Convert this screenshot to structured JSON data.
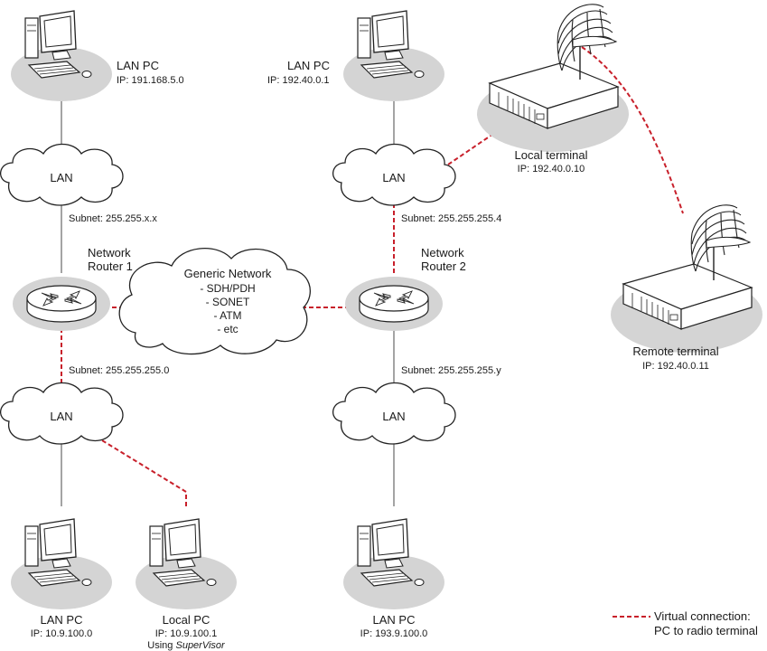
{
  "nodes": {
    "pc_top_left": {
      "title": "LAN PC",
      "ip_prefix": "IP:",
      "ip": "191.168.5.0"
    },
    "pc_top_mid": {
      "title": "LAN PC",
      "ip_prefix": "IP:",
      "ip": "192.40.0.1"
    },
    "pc_bottom_left": {
      "title": "LAN PC",
      "ip_prefix": "IP:",
      "ip": "10.9.100.0"
    },
    "pc_local": {
      "title": "Local PC",
      "ip_prefix": "IP:",
      "ip": "10.9.100.1",
      "using": "Using",
      "software": "SuperVisor"
    },
    "pc_bottom_mid": {
      "title": "LAN PC",
      "ip_prefix": "IP:",
      "ip": "193.9.100.0"
    },
    "local_terminal": {
      "title": "Local terminal",
      "ip_prefix": "IP:",
      "ip": "192.40.0.10"
    },
    "remote_terminal": {
      "title": "Remote terminal",
      "ip_prefix": "IP:",
      "ip": "192.40.0.11"
    }
  },
  "clouds": {
    "lan_top_left": "LAN",
    "lan_top_mid": "LAN",
    "lan_bottom_left": "LAN",
    "lan_bottom_mid": "LAN",
    "generic": {
      "title": "Generic Network",
      "items": [
        "- SDH/PDH",
        "- SONET",
        "- ATM",
        "- etc"
      ]
    }
  },
  "routers": {
    "router1": {
      "line1": "Network",
      "line2": "Router 1"
    },
    "router2": {
      "line1": "Network",
      "line2": "Router 2"
    }
  },
  "subnets": {
    "top_left": "Subnet: 255.255.x.x",
    "bottom_left": "Subnet: 255.255.255.0",
    "top_mid": "Subnet: 255.255.255.4",
    "bottom_mid": "Subnet: 255.255.255.y"
  },
  "legend": {
    "line1": "Virtual connection:",
    "line2": "PC to radio terminal"
  },
  "colors": {
    "virtual_connection": "#c8202b",
    "line": "#4a4a4a",
    "shadow": "#d4d4d4",
    "device_fill": "#ffffff",
    "device_stroke": "#2a2a2a"
  }
}
